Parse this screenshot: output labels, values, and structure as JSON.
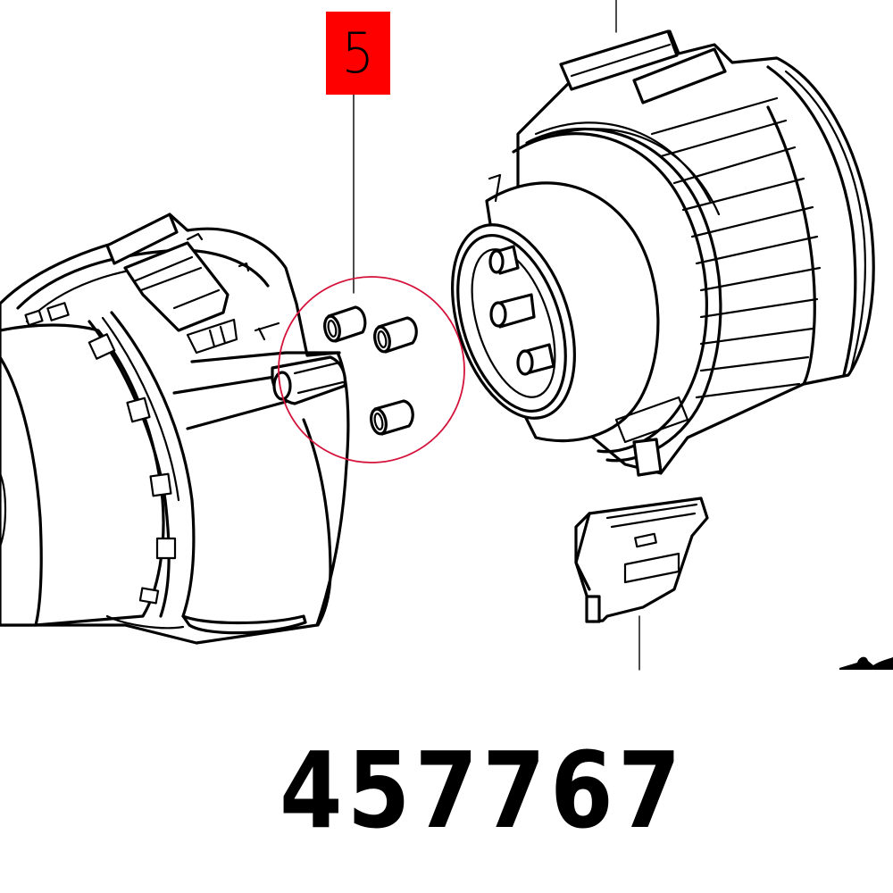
{
  "diagram": {
    "type": "exploded-parts-view",
    "callout": {
      "number": "5",
      "box_color": "#ff0000",
      "text_color": "#000000",
      "highlight_circle_color": "#d4123a"
    },
    "part_number": "457767",
    "highlighted_parts": {
      "description": "3 cylindrical pins",
      "count": 3
    },
    "components": [
      {
        "id": "left-gear-housing",
        "label": ""
      },
      {
        "id": "right-motor-assembly",
        "label": ""
      },
      {
        "id": "clip-bracket",
        "label": ""
      }
    ]
  }
}
